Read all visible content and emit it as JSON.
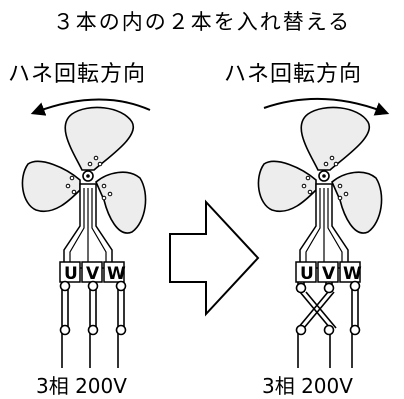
{
  "title": "３本の内の２本を入れ替える",
  "left_fan": {
    "direction_label": "ハネ回転方向",
    "terminals": [
      "U",
      "V",
      "W"
    ],
    "supply_label": "3相 200V"
  },
  "right_fan": {
    "direction_label": "ハネ回転方向",
    "terminals": [
      "U",
      "V",
      "W"
    ],
    "supply_label": "3相 200V"
  }
}
